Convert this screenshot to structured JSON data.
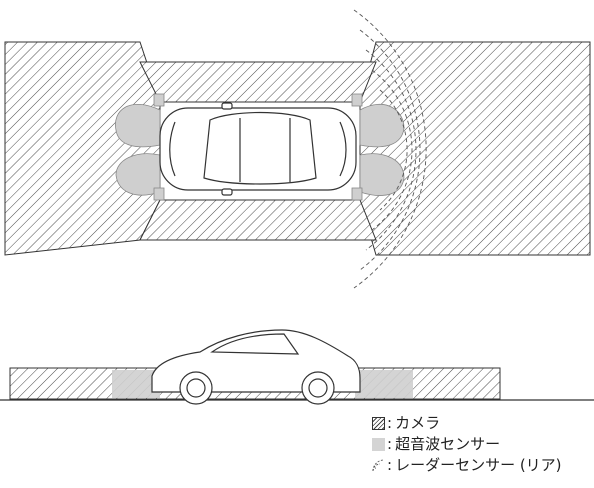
{
  "legend": {
    "camera": "カメラ",
    "ultrasonic": "超音波センサー",
    "radar": "レーダーセンサー (リア)"
  },
  "colors": {
    "hatch": "#4a4a4a",
    "ultrasonic_fill": "#cfcfcf",
    "line": "#333333",
    "background": "#ffffff"
  }
}
